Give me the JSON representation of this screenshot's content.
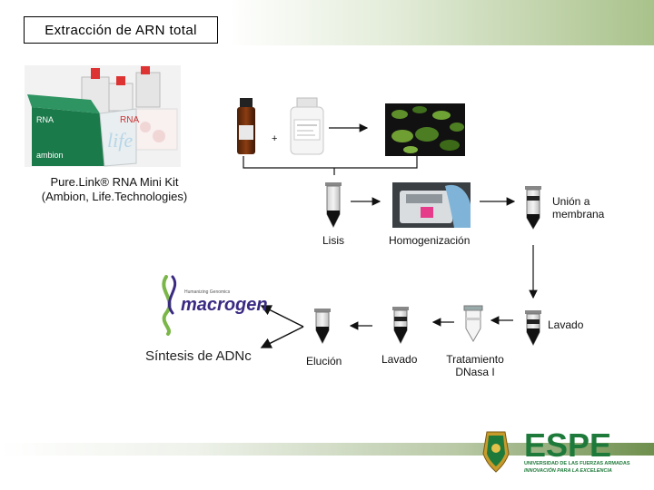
{
  "title": "Extracción de ARN total",
  "kit": {
    "caption_line1": "Pure.Link® RNA Mini Kit",
    "caption_line2": "(Ambion, Life.Technologies)",
    "box_text_rna": "RNA",
    "box_text_ambion": "ambion",
    "box_text_life": "life"
  },
  "reagents": {
    "plus": "+"
  },
  "steps": {
    "lisis": "Lisis",
    "homogenizacion": "Homogenización",
    "union_line1": "Unión a",
    "union_line2": "membrana",
    "lavado_1": "Lavado",
    "dnasa_line1": "Tratamiento",
    "dnasa_line2": "DNasa I",
    "lavado_2": "Lavado",
    "elucion": "Elución"
  },
  "macrogen": {
    "tagline": "Humanizing Genomics",
    "name": "macrogen",
    "caption": "Síntesis de ADNc"
  },
  "espe": {
    "name": "ESPE",
    "subtitle": "UNIVERSIDAD DE LAS FUERZAS ARMADAS",
    "slogan": "INNOVACIÓN PARA LA EXCELENCIA"
  },
  "colors": {
    "espe_green": "#1e7a3a",
    "macrogen_purple": "#3b2a82",
    "macrogen_green": "#7ab648",
    "leaf_green": "#5f8f2a"
  }
}
